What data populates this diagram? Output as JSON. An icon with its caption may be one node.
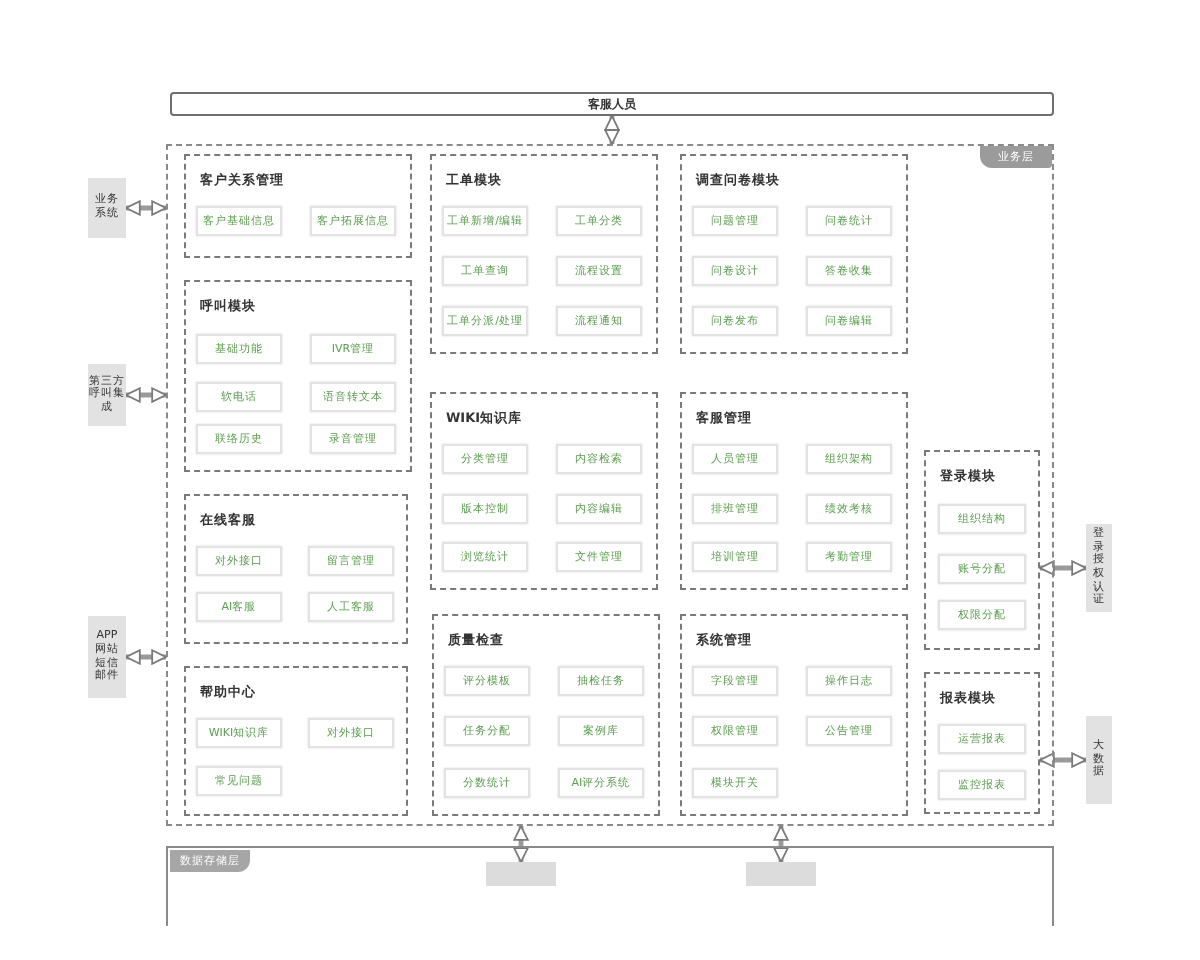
{
  "diagram": {
    "nodes": [
      {
        "text": [
          "客服人员"
        ]
      },
      {
        "text": [
          "业务层"
        ]
      },
      {
        "text": [
          "客户关系管理"
        ],
        "in": 1
      },
      {
        "text": [
          "客户基础信息"
        ],
        "in": 2
      },
      {
        "text": [
          "客户拓展信息"
        ],
        "in": 2
      },
      {
        "text": [
          "呼叫模块"
        ],
        "in": 1
      },
      {
        "text": [
          "基础功能"
        ],
        "in": 5
      },
      {
        "text": [
          "IVR管理"
        ],
        "in": 5
      },
      {
        "text": [
          "软电话"
        ],
        "in": 5
      },
      {
        "text": [
          "语音转文本"
        ],
        "in": 5
      },
      {
        "text": [
          "联络历史"
        ],
        "in": 5
      },
      {
        "text": [
          "录音管理"
        ],
        "in": 5
      },
      {
        "text": [
          "在线客服"
        ],
        "in": 1
      },
      {
        "text": [
          "对外接口"
        ],
        "in": 12
      },
      {
        "text": [
          "留言管理"
        ],
        "in": 12
      },
      {
        "text": [
          "AI客服"
        ],
        "in": 12
      },
      {
        "text": [
          "人工客服"
        ],
        "in": 12
      },
      {
        "text": [
          "帮助中心"
        ],
        "in": 1
      },
      {
        "text": [
          "WIKI知识库"
        ],
        "in": 17
      },
      {
        "text": [
          "对外接口"
        ],
        "in": 17
      },
      {
        "text": [
          "常见问题"
        ],
        "in": 17
      },
      {
        "text": [
          "工单模块"
        ],
        "in": 1
      },
      {
        "text": [
          "工单新增/编辑"
        ],
        "in": 21
      },
      {
        "text": [
          "工单分类"
        ],
        "in": 21
      },
      {
        "text": [
          "工单查询"
        ],
        "in": 21
      },
      {
        "text": [
          "流程设置"
        ],
        "in": 21
      },
      {
        "text": [
          "工单分派/处理"
        ],
        "in": 21
      },
      {
        "text": [
          "流程通知"
        ],
        "in": 21
      },
      {
        "text": [
          "WIKI知识库"
        ],
        "in": 1
      },
      {
        "text": [
          "分类管理"
        ],
        "in": 28
      },
      {
        "text": [
          "内容检索"
        ],
        "in": 28
      },
      {
        "text": [
          "版本控制"
        ],
        "in": 28
      },
      {
        "text": [
          "内容编辑"
        ],
        "in": 28
      },
      {
        "text": [
          "浏览统计"
        ],
        "in": 28
      },
      {
        "text": [
          "文件管理"
        ],
        "in": 28
      },
      {
        "text": [
          "质量检查"
        ],
        "in": 1
      },
      {
        "text": [
          "评分模板"
        ],
        "in": 35
      },
      {
        "text": [
          "抽检任务"
        ],
        "in": 35
      },
      {
        "text": [
          "任务分配"
        ],
        "in": 35
      },
      {
        "text": [
          "案例库"
        ],
        "in": 35
      },
      {
        "text": [
          "分数统计"
        ],
        "in": 35
      },
      {
        "text": [
          "AI评分系统"
        ],
        "in": 35
      },
      {
        "text": [
          "调查问卷模块"
        ],
        "in": 1
      },
      {
        "text": [
          "问题管理"
        ],
        "in": 42
      },
      {
        "text": [
          "问卷统计"
        ],
        "in": 42
      },
      {
        "text": [
          "问卷设计"
        ],
        "in": 42
      },
      {
        "text": [
          "答卷收集"
        ],
        "in": 42
      },
      {
        "text": [
          "问卷发布"
        ],
        "in": 42
      },
      {
        "text": [
          "问卷编辑"
        ],
        "in": 42
      },
      {
        "text": [
          "客服管理"
        ],
        "in": 1
      },
      {
        "text": [
          "人员管理"
        ],
        "in": 49
      },
      {
        "text": [
          "组织架构"
        ],
        "in": 49
      },
      {
        "text": [
          "排班管理"
        ],
        "in": 49
      },
      {
        "text": [
          "绩效考核"
        ],
        "in": 49
      },
      {
        "text": [
          "培训管理"
        ],
        "in": 49
      },
      {
        "text": [
          "考勤管理"
        ],
        "in": 49
      },
      {
        "text": [
          "系统管理"
        ],
        "in": 1
      },
      {
        "text": [
          "字段管理"
        ],
        "in": 56
      },
      {
        "text": [
          "操作日志"
        ],
        "in": 56
      },
      {
        "text": [
          "权限管理"
        ],
        "in": 56
      },
      {
        "text": [
          "公告管理"
        ],
        "in": 56
      },
      {
        "text": [
          "模块开关"
        ],
        "in": 56
      },
      {
        "text": [
          "登录模块"
        ],
        "in": 1
      },
      {
        "text": [
          "组织结构"
        ],
        "in": 62
      },
      {
        "text": [
          "账号分配"
        ],
        "in": 62
      },
      {
        "text": [
          "权限分配"
        ],
        "in": 62
      },
      {
        "text": [
          "报表模块"
        ],
        "in": 1
      },
      {
        "text": [
          "运营报表"
        ],
        "in": 66
      },
      {
        "text": [
          "监控报表"
        ],
        "in": 66
      },
      {
        "text": [
          "业务系统"
        ]
      },
      {
        "text": [
          "第三方呼叫集成"
        ]
      },
      {
        "text": [
          "APP网站短信邮件"
        ]
      },
      {
        "text": [
          "登录授权认证"
        ]
      },
      {
        "text": [
          "大数据"
        ]
      },
      {
        "text": [
          "数据存储层"
        ]
      },
      {
        "text": [],
        "shape": "box",
        "in": 74
      },
      {
        "text": [],
        "shape": "box",
        "in": 74
      }
    ],
    "edges": [
      {
        "from": 0,
        "to": 1,
        "arrow": "both"
      },
      {
        "from": 69,
        "to": 1,
        "arrow": "both"
      },
      {
        "from": 70,
        "to": 1,
        "arrow": "both"
      },
      {
        "from": 71,
        "to": 1,
        "arrow": "both"
      },
      {
        "from": 62,
        "to": 72,
        "arrow": "both"
      },
      {
        "from": 66,
        "to": 73,
        "arrow": "both"
      },
      {
        "from": 1,
        "to": 75,
        "arrow": "both"
      },
      {
        "from": 1,
        "to": 76,
        "arrow": "both"
      }
    ]
  }
}
